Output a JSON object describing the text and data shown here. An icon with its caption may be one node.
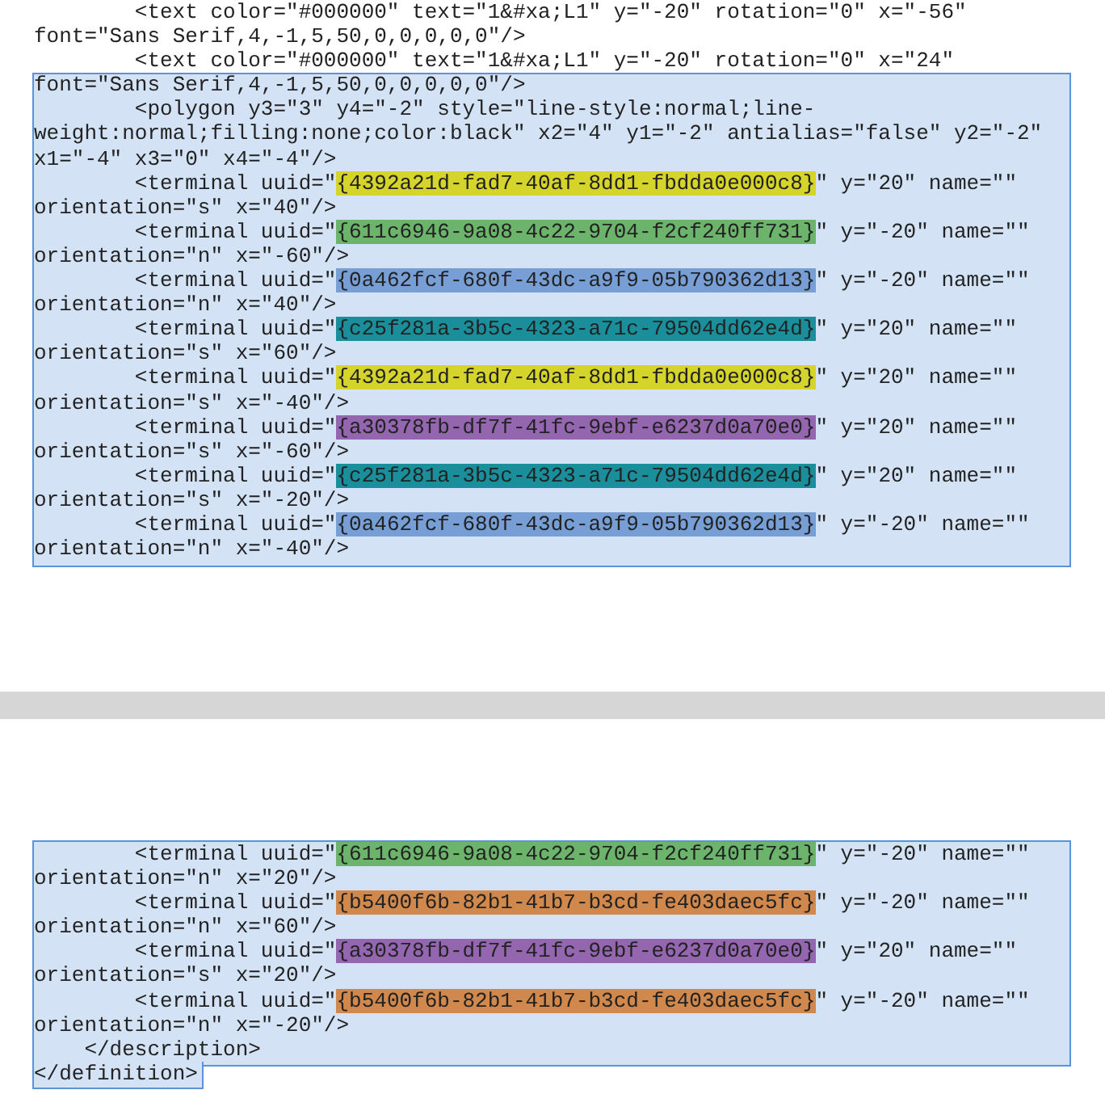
{
  "diagram": {
    "labels": [
      "<text color=\"#000000\" text=\"1&#xa;L1\" y=\"-20\" rotation=\"0\" x=\"-56\" font=\"Sans Serif,4,-1,5,50,0,0,0,0,0\"/>",
      "<text color=\"#000000\" text=\"1&#xa;L1\" y=\"-20\" rotation=\"0\" x=\"24\" font=\"Sans Serif,4,-1,5,50,0,0,0,0,0\"/>",
      "<polygon y3=\"3\" y4=\"-2\" style=\"line-style:normal;line-weight:normal;filling:none;color:black\" x2=\"4\" y1=\"-2\" antialias=\"false\" y2=\"-2\" x1=\"-4\" x3=\"0\" x4=\"-4\"/>",
      "<terminal uuid=\"{4392a21d-fad7-40af-8dd1-fbdda0e000c8}\" y=\"20\" name=\"\" orientation=\"s\" x=\"40\"/>",
      "<terminal uuid=\"{611c6946-9a08-4c22-9704-f2cf240ff731}\" y=\"-20\" name=\"\" orientation=\"n\" x=\"-60\"/>",
      "<terminal uuid=\"{0a462fcf-680f-43dc-a9f9-05b790362d13}\" y=\"-20\" name=\"\" orientation=\"n\" x=\"40\"/>",
      "<terminal uuid=\"{c25f281a-3b5c-4323-a71c-79504dd62e4d}\" y=\"20\" name=\"\" orientation=\"s\" x=\"60\"/>",
      "<terminal uuid=\"{4392a21d-fad7-40af-8dd1-fbdda0e000c8}\" y=\"20\" name=\"\" orientation=\"s\" x=\"-40\"/>",
      "<terminal uuid=\"{a30378fb-df7f-41fc-9ebf-e6237d0a70e0}\" y=\"20\" name=\"\" orientation=\"s\" x=\"-60\"/>",
      "<terminal uuid=\"{c25f281a-3b5c-4323-a71c-79504dd62e4d}\" y=\"20\" name=\"\" orientation=\"s\" x=\"-20\"/>",
      "<terminal uuid=\"{0a462fcf-680f-43dc-a9f9-05b790362d13}\" y=\"-20\" name=\"\" orientation=\"n\" x=\"-40\"/>",
      "<terminal uuid=\"{611c6946-9a08-4c22-9704-f2cf240ff731}\" y=\"-20\" name=\"\" orientation=\"n\" x=\"20\"/>",
      "<terminal uuid=\"{b5400f6b-82b1-41b7-b3cd-fe403daec5fc}\" y=\"-20\" name=\"\" orientation=\"n\" x=\"60\"/>",
      "<terminal uuid=\"{a30378fb-df7f-41fc-9ebf-e6237d0a70e0}\" y=\"20\" name=\"\" orientation=\"s\" x=\"20\"/>",
      "<terminal uuid=\"{b5400f6b-82b1-41b7-b3cd-fe403daec5fc}\" y=\"-20\" name=\"\" orientation=\"n\" x=\"-20\"/>",
      "</description>",
      "</definition>"
    ]
  }
}
